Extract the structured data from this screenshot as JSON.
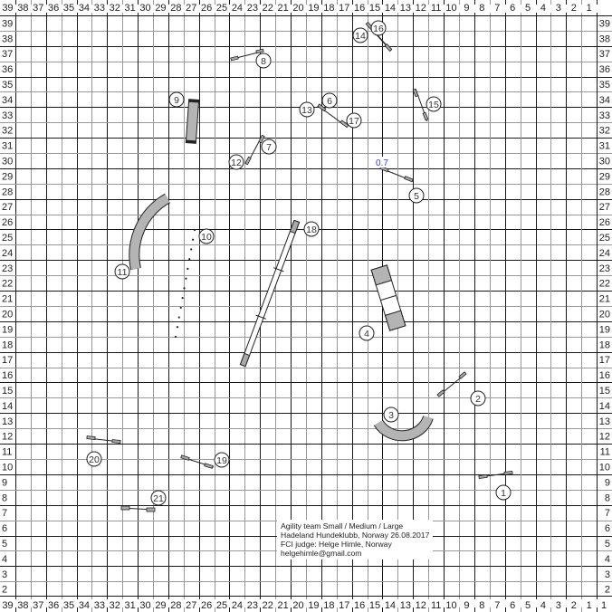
{
  "course": {
    "title": "Agility team Small / Medium / Large",
    "club_line": "Hadeland Hundeklubb, Norway 26.08.2017",
    "judge_line": "FCI judge: Helge Himle, Norway",
    "email": "helgehimle@gmail.com",
    "distance_marker": "0.7",
    "colors": {
      "grid_dark": "#1a1a1a",
      "grid_light": "#9a9a9a",
      "equipment_fill": "#b4b4b4",
      "distance_marker": "#3a3af0"
    }
  },
  "grid": {
    "columns": 40,
    "rows": 40,
    "top_labels": [
      "39",
      "38",
      "37",
      "36",
      "35",
      "34",
      "33",
      "32",
      "31",
      "30",
      "29",
      "28",
      "27",
      "26",
      "25",
      "24",
      "23",
      "22",
      "21",
      "20",
      "19",
      "18",
      "17",
      "16",
      "15",
      "14",
      "13",
      "12",
      "11",
      "10",
      "9",
      "8",
      "7",
      "6",
      "5",
      "4",
      "3",
      "2",
      "1"
    ],
    "left_labels": [
      "39",
      "38",
      "37",
      "36",
      "35",
      "34",
      "33",
      "32",
      "31",
      "30",
      "29",
      "28",
      "27",
      "26",
      "25",
      "24",
      "23",
      "22",
      "21",
      "20",
      "19",
      "18",
      "17",
      "16",
      "15",
      "14",
      "13",
      "12",
      "11",
      "10",
      "9",
      "8",
      "7",
      "6",
      "5",
      "4",
      "3",
      "2"
    ],
    "corner_label": "1"
  },
  "obstacles": [
    {
      "number": "1",
      "type": "jump",
      "label": "1"
    },
    {
      "number": "2",
      "type": "jump",
      "label": "2"
    },
    {
      "number": "3",
      "type": "curved-tunnel",
      "label": "3"
    },
    {
      "number": "4",
      "type": "a-frame-dogwalk-table",
      "label": "4"
    },
    {
      "number": "5",
      "type": "jump",
      "label": "5"
    },
    {
      "number": "6",
      "type": "jump",
      "label": "6"
    },
    {
      "number": "7",
      "type": "jump",
      "label": "7"
    },
    {
      "number": "8",
      "type": "jump",
      "label": "8"
    },
    {
      "number": "9",
      "type": "straight-tunnel",
      "label": "9"
    },
    {
      "number": "10",
      "type": "weave-poles",
      "label": "10"
    },
    {
      "number": "11",
      "type": "curved-tunnel",
      "label": "11"
    },
    {
      "number": "12",
      "type": "jump",
      "label": "12"
    },
    {
      "number": "13",
      "type": "jump",
      "label": "13"
    },
    {
      "number": "14",
      "type": "jump",
      "label": "14"
    },
    {
      "number": "15",
      "type": "jump",
      "label": "15"
    },
    {
      "number": "16",
      "type": "jump",
      "label": "16"
    },
    {
      "number": "17",
      "type": "jump",
      "label": "17"
    },
    {
      "number": "18",
      "type": "dog-walk",
      "label": "18"
    },
    {
      "number": "19",
      "type": "jump",
      "label": "19"
    },
    {
      "number": "20",
      "type": "jump",
      "label": "20"
    },
    {
      "number": "21",
      "type": "jump",
      "label": "21"
    }
  ]
}
